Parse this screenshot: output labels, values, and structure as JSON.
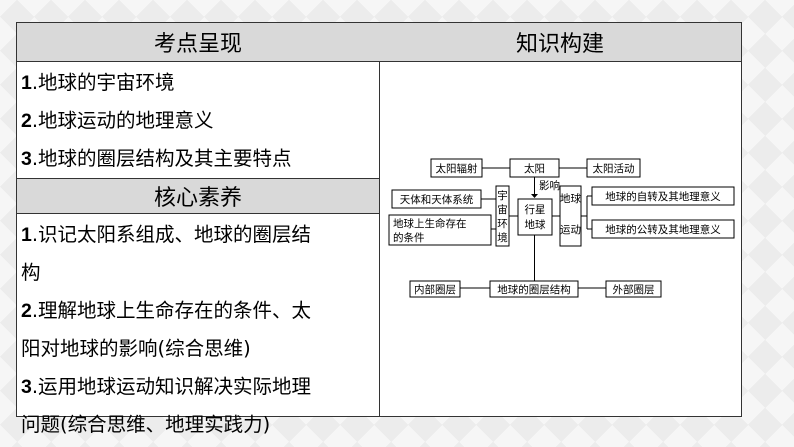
{
  "left": {
    "header": "考点呈现",
    "points": [
      {
        "num": "1",
        "text": ".地球的宇宙环境"
      },
      {
        "num": "2",
        "text": ".地球运动的地理意义"
      },
      {
        "num": "3",
        "text": ".地球的圈层结构及其主要特点"
      }
    ],
    "subheader": "核心素养",
    "literacy": [
      {
        "num": "1",
        "lines": [
          ".识记太阳系组成、地球的圈层结",
          "构"
        ]
      },
      {
        "num": "2",
        "lines": [
          ".理解地球上生命存在的条件、太",
          "阳对地球的影响(综合思维)"
        ]
      },
      {
        "num": "3",
        "lines": [
          ".运用地球运动知识解决实际地理",
          "问题(综合思维、地理实践力)"
        ]
      }
    ]
  },
  "right": {
    "header": "知识构建",
    "diagram": {
      "sun_radiation": "太阳辐射",
      "sun": "太阳",
      "sun_activity": "太阳活动",
      "influence": "影响",
      "celestial": "天体和天体系统",
      "life_line1": "地球上生命存在",
      "life_line2": "的条件",
      "cosmic": [
        "宇",
        "宙",
        "环",
        "境"
      ],
      "planet": [
        "行星",
        "地球"
      ],
      "motion": [
        "地球",
        "运动"
      ],
      "rotation": "地球的自转及其地理意义",
      "revolution": "地球的公转及其地理意义",
      "inner": "内部圈层",
      "structure": "地球的圈层结构",
      "outer": "外部圈层"
    }
  }
}
